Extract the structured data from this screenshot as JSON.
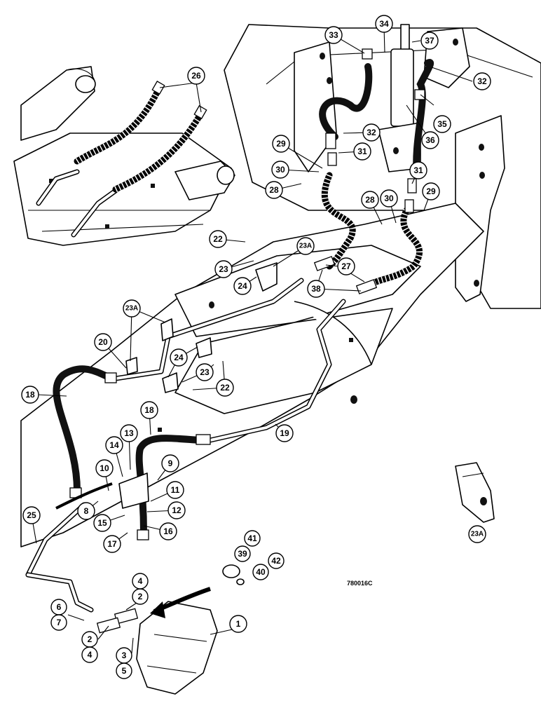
{
  "drawing_code": "780016C",
  "callouts": [
    {
      "id": "c1",
      "label": "1"
    },
    {
      "id": "c2a",
      "label": "2"
    },
    {
      "id": "c4a",
      "label": "4"
    },
    {
      "id": "c2b",
      "label": "2"
    },
    {
      "id": "c4b",
      "label": "4"
    },
    {
      "id": "c3",
      "label": "3"
    },
    {
      "id": "c5",
      "label": "5"
    },
    {
      "id": "c6",
      "label": "6"
    },
    {
      "id": "c7",
      "label": "7"
    },
    {
      "id": "c8",
      "label": "8"
    },
    {
      "id": "c9",
      "label": "9"
    },
    {
      "id": "c10",
      "label": "10"
    },
    {
      "id": "c11",
      "label": "11"
    },
    {
      "id": "c12",
      "label": "12"
    },
    {
      "id": "c13",
      "label": "13"
    },
    {
      "id": "c14",
      "label": "14"
    },
    {
      "id": "c15",
      "label": "15"
    },
    {
      "id": "c16",
      "label": "16"
    },
    {
      "id": "c17",
      "label": "17"
    },
    {
      "id": "c18a",
      "label": "18"
    },
    {
      "id": "c18b",
      "label": "18"
    },
    {
      "id": "c19",
      "label": "19"
    },
    {
      "id": "c20",
      "label": "20"
    },
    {
      "id": "c22a",
      "label": "22"
    },
    {
      "id": "c22b",
      "label": "22"
    },
    {
      "id": "c23a",
      "label": "23"
    },
    {
      "id": "c23b",
      "label": "23"
    },
    {
      "id": "c23Aa",
      "label": "23A"
    },
    {
      "id": "c23Ab",
      "label": "23A"
    },
    {
      "id": "c23Ac",
      "label": "23A"
    },
    {
      "id": "c24a",
      "label": "24"
    },
    {
      "id": "c24b",
      "label": "24"
    },
    {
      "id": "c25",
      "label": "25"
    },
    {
      "id": "c26",
      "label": "26"
    },
    {
      "id": "c27",
      "label": "27"
    },
    {
      "id": "c28a",
      "label": "28"
    },
    {
      "id": "c28b",
      "label": "28"
    },
    {
      "id": "c29a",
      "label": "29"
    },
    {
      "id": "c29b",
      "label": "29"
    },
    {
      "id": "c30a",
      "label": "30"
    },
    {
      "id": "c30b",
      "label": "30"
    },
    {
      "id": "c31a",
      "label": "31"
    },
    {
      "id": "c31b",
      "label": "31"
    },
    {
      "id": "c32a",
      "label": "32"
    },
    {
      "id": "c32b",
      "label": "32"
    },
    {
      "id": "c33",
      "label": "33"
    },
    {
      "id": "c34",
      "label": "34"
    },
    {
      "id": "c35",
      "label": "35"
    },
    {
      "id": "c36",
      "label": "36"
    },
    {
      "id": "c37",
      "label": "37"
    },
    {
      "id": "c38",
      "label": "38"
    },
    {
      "id": "c39",
      "label": "39"
    },
    {
      "id": "c40",
      "label": "40"
    },
    {
      "id": "c41",
      "label": "41"
    },
    {
      "id": "c42",
      "label": "42"
    }
  ]
}
